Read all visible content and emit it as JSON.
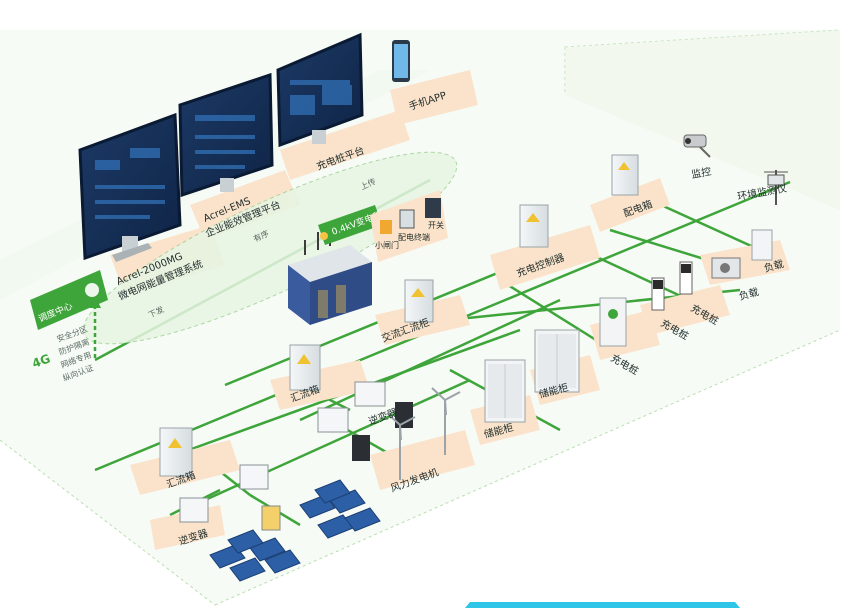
{
  "platforms": {
    "micro_grid": {
      "line1": "Acrel-2000MG",
      "line2": "微电网能量管理系统"
    },
    "ems": {
      "line1": "Acrel-EMS",
      "line2": "企业能效管理平台"
    },
    "charging": {
      "label": "充电桩平台"
    },
    "app": {
      "label": "手机APP"
    }
  },
  "dispatch": {
    "title": "调度中心",
    "badge": "4G",
    "features": [
      "安全分区",
      "防护隔离",
      "网络专用",
      "纵向认证"
    ]
  },
  "ellipse_labels": {
    "up": "上传",
    "down": "下发",
    "order": "有序"
  },
  "substation": {
    "label": "0.4kV变电所"
  },
  "small_equipment": [
    "小闸门",
    "配电终端",
    "开关"
  ],
  "equipment_labels": {
    "monitor": "监控",
    "env": "环境监测仪",
    "distribution": "配电箱",
    "charge_control": "充电控制器",
    "load1": "负载",
    "load2": "负载",
    "pile1": "充电桩",
    "pile2": "充电桩",
    "pile3": "充电桩",
    "ac_combiner": "交流汇流柜",
    "storage1": "储能柜",
    "storage2": "储能柜",
    "combiner1": "汇流箱",
    "combiner2": "汇流箱",
    "inverter": "逆变器",
    "pv_inverter": "逆变器",
    "wind": "风力发电机"
  },
  "colors": {
    "green": "#3ea53a",
    "green_light": "#b9dfb0",
    "peach": "#fbe3cb",
    "cabinet": "#e9eef0",
    "bottom_bar": "#2ec5e6"
  }
}
